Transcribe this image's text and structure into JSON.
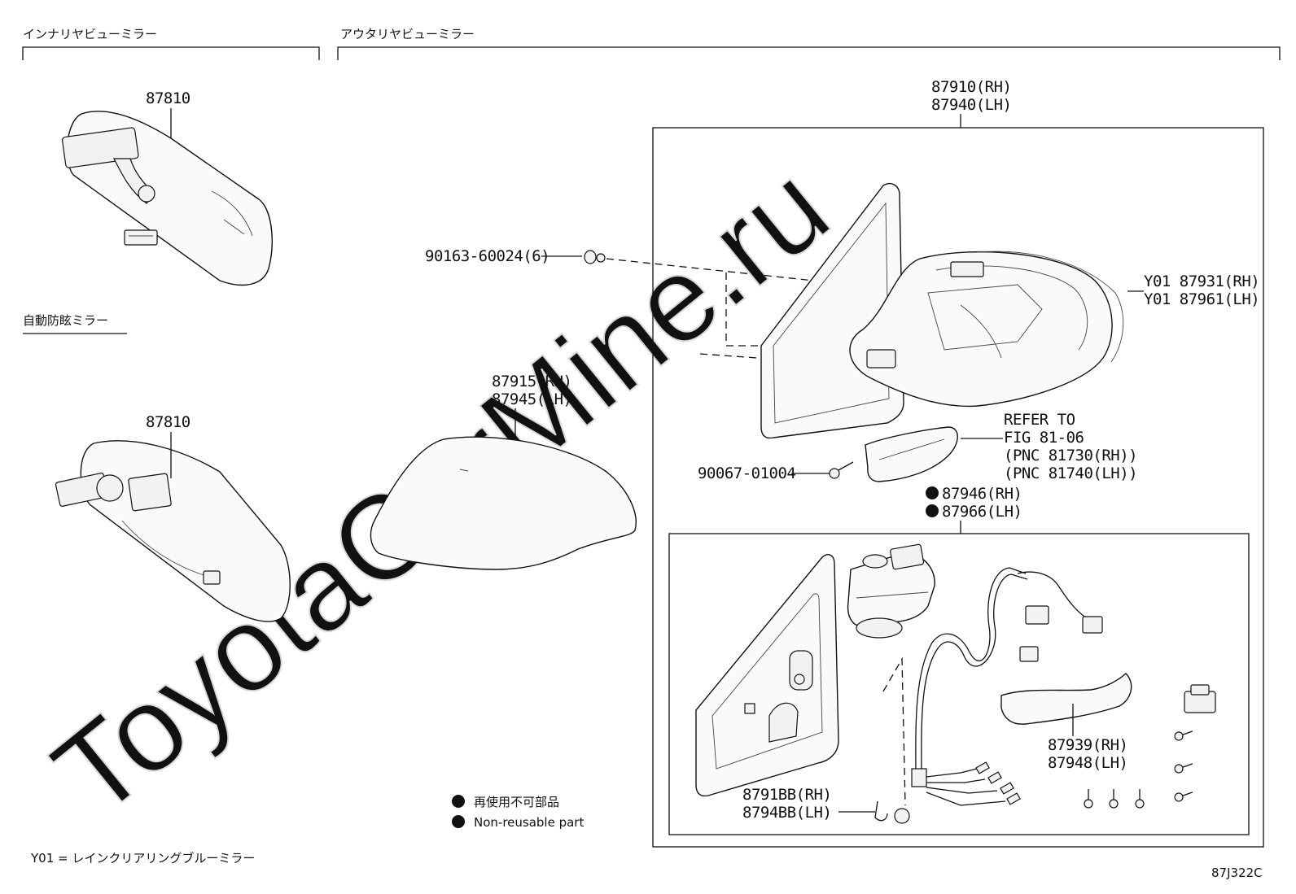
{
  "sections": {
    "inner_mirror": "インナリヤビューミラー",
    "outer_mirror": "アウタリヤビューミラー",
    "auto_dimming": "自動防眩ミラー"
  },
  "watermark": "ToyotaCarMine.ru",
  "parts": {
    "inner_mirror_std": "87810",
    "inner_mirror_auto": "87810",
    "outer_assy_rh": "87910(RH)",
    "outer_assy_lh": "87940(LH)",
    "cover_rh": "87915(RH)",
    "cover_lh": "87945(LH)",
    "screw_a": "90163-60024(6)",
    "screw_b": "90067-01004",
    "mirror_rh": "Y01 87931(RH)",
    "mirror_lh": "Y01 87961(LH)",
    "refer_1": "REFER TO",
    "refer_2": "FIG 81-06",
    "refer_3": "(PNC 81730(RH))",
    "refer_4": "(PNC 81740(LH))",
    "kit_rh": "87946(RH)",
    "kit_lh": "87966(LH)",
    "cover_sub_rh": "87939(RH)",
    "cover_sub_lh": "87948(LH)",
    "bracket_rh": "8791BB(RH)",
    "bracket_lh": "8794BB(LH)"
  },
  "legend": {
    "jp": "再使用不可部品",
    "en": "Non-reusable part"
  },
  "footnote": "Y01 = レインクリアリングブルーミラー",
  "figure_code": "87J322C"
}
